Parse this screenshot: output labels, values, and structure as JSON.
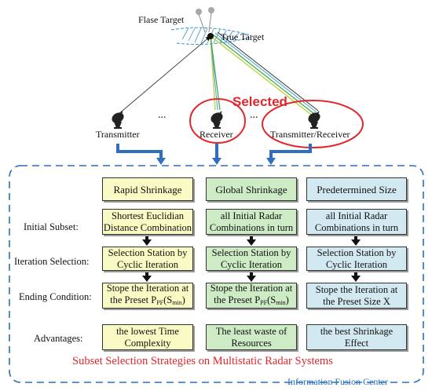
{
  "scene": {
    "false_target": "Flase Target",
    "true_target": "True Target",
    "selected": "Selected",
    "stations": [
      {
        "label": "Transmitter"
      },
      {
        "label": "Receiver"
      },
      {
        "label": "Transmitter/Receiver"
      }
    ],
    "ellipsis": "..."
  },
  "table": {
    "headers": [
      "Rapid Shrinkage",
      "Global Shrinkage",
      "Predetermined Size"
    ],
    "rows": [
      {
        "label": "Initial Subset:",
        "cells": [
          [
            "Shortest Euclidian",
            "Distance Combination"
          ],
          [
            "all Initial Radar",
            "Combinations in turn"
          ],
          [
            "all Initial Radar",
            "Combinations in turn"
          ]
        ]
      },
      {
        "label": "Iteration Selection:",
        "cells": [
          [
            "Selection Station by",
            "Cyclic Iteration"
          ],
          [
            "Selection Station by",
            "Cyclic Iteration"
          ],
          [
            "Selection Station by",
            "Cyclic Iteration"
          ]
        ]
      },
      {
        "label": "Ending Condition:",
        "cells": [
          [
            "Stope the Iteration at",
            "the Preset P",
            "PF",
            "(S",
            "min",
            ")"
          ],
          [
            "Stope the Iteration at",
            "the Preset P",
            "PF",
            "(S",
            "min",
            ")"
          ],
          [
            "Stope the Iteration at",
            "the Preset Size X"
          ]
        ]
      },
      {
        "label": "Advantages:",
        "cells": [
          [
            "the lowest Time",
            "Complexity"
          ],
          [
            "The least waste of",
            "Resources"
          ],
          [
            "the best Shrinkage",
            "Effect"
          ]
        ]
      }
    ]
  },
  "footer": "Subset Selection Strategies on Multistatic Radar Systems",
  "fusion_center": "Information Fusion Center",
  "colors": {
    "accent_red": "#e0282c",
    "dash_blue": "#2a6fb8",
    "arrow_blue": "#2f6fc2"
  }
}
